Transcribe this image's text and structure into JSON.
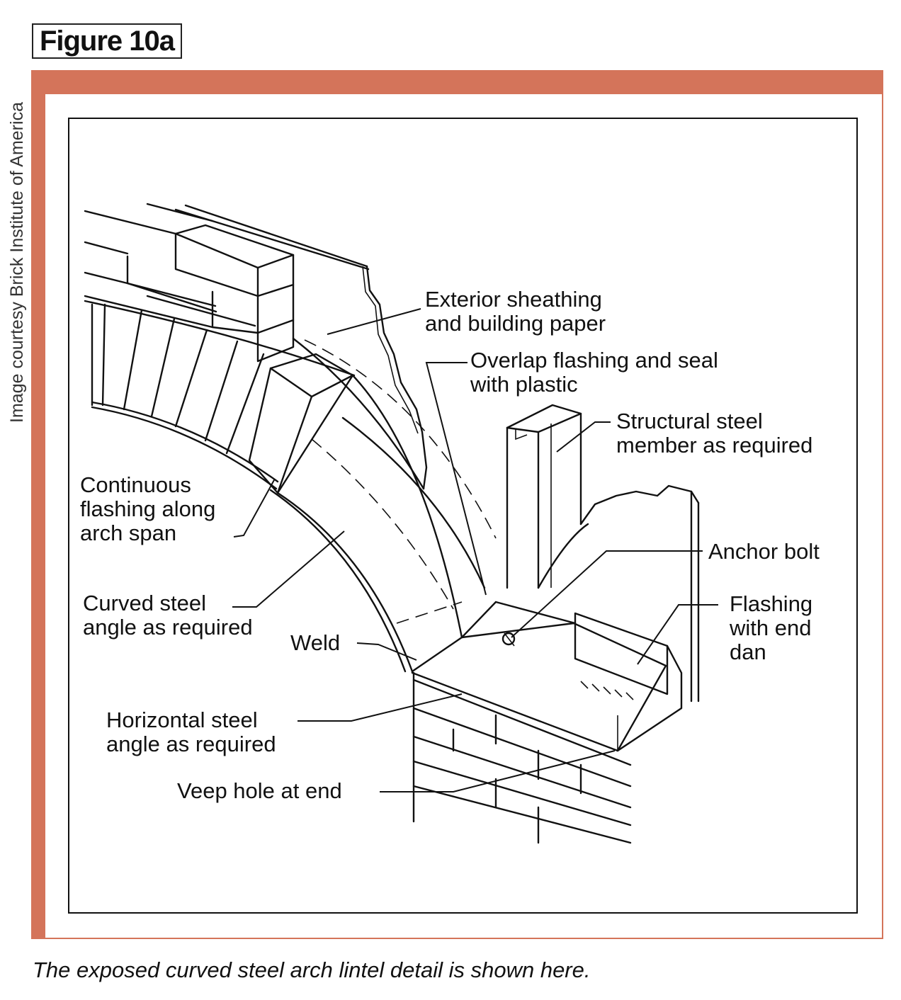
{
  "figure_label": "Figure 10a",
  "credit": "Image courtesy Brick Institute of America",
  "labels": {
    "exterior_sheathing": [
      "Exterior sheathing",
      "and building paper"
    ],
    "overlap_flashing": [
      "Overlap flashing and seal",
      "with plastic"
    ],
    "structural_steel": [
      "Structural steel",
      "member as required"
    ],
    "continuous_flashing": [
      "Continuous",
      "flashing along",
      "arch span"
    ],
    "anchor_bolt": [
      "Anchor bolt"
    ],
    "flashing_end_dam": [
      "Flashing",
      "with end",
      "dan"
    ],
    "curved_steel_angle": [
      "Curved steel",
      "angle as required"
    ],
    "weld": [
      "Weld"
    ],
    "horizontal_steel_angle": [
      "Horizontal steel",
      "angle as required"
    ],
    "weep_hole": [
      "Veep hole at end"
    ]
  },
  "caption": "The exposed curved steel arch lintel detail is shown here.",
  "colors": {
    "accent_frame": "#d4745a",
    "line": "#111111"
  }
}
